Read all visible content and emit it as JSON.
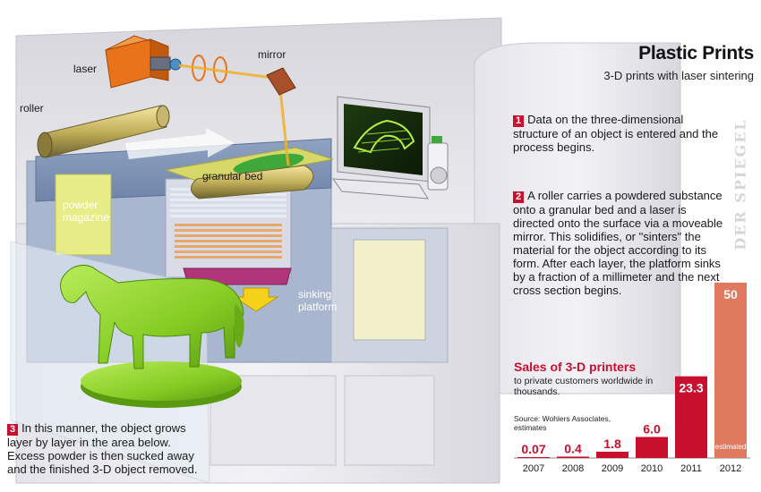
{
  "title": "Plastic Prints",
  "subtitle": "3-D prints with laser sintering",
  "watermark": "DER SPIEGEL",
  "steps": [
    {
      "num": "1",
      "text": "Data on the three-dimensional structure of an object is entered and the process begins."
    },
    {
      "num": "2",
      "text": "A roller carries a powdered substance onto a granular bed and a laser is directed onto the surface via a moveable mirror. This solidifies, or \"sinters\" the material for the object according to its form. After each layer, the platform sinks by a fraction of a millimeter and the next cross section begins."
    },
    {
      "num": "3",
      "text": "In this manner, the object grows layer by layer in the area below. Excess powder is then sucked away and the finished 3-D object removed."
    }
  ],
  "labels": {
    "laser": "laser",
    "mirror": "mirror",
    "roller": "roller",
    "granular_bed": "granular bed",
    "powder_magazine_1": "powder",
    "powder_magazine_2": "magazine",
    "sinking_platform_1": "sinking",
    "sinking_platform_2": "platform"
  },
  "colors": {
    "accent_red": "#c8102e",
    "estimate_orange": "#e07a5f",
    "object_green": "#8ed12a",
    "laser_orange": "#e8731a",
    "powder_yellow": "#e8ec86",
    "sinking_label_blue": "#2aa8d8"
  },
  "chart_data": {
    "type": "bar",
    "title": "Sales of 3-D printers",
    "subtitle": "to private customers worldwide in thousands.",
    "source": "Source: Wohlers Associates, estimates",
    "categories": [
      "2007",
      "2008",
      "2009",
      "2010",
      "2011",
      "2012"
    ],
    "values": [
      0.07,
      0.4,
      1.8,
      6.0,
      23.3,
      50
    ],
    "value_labels": [
      "0.07",
      "0.4",
      "1.8",
      "6.0",
      "23.3",
      "50"
    ],
    "estimated": [
      false,
      false,
      false,
      false,
      false,
      true
    ],
    "estimate_label": "estimated",
    "ylim": [
      0,
      50
    ]
  }
}
